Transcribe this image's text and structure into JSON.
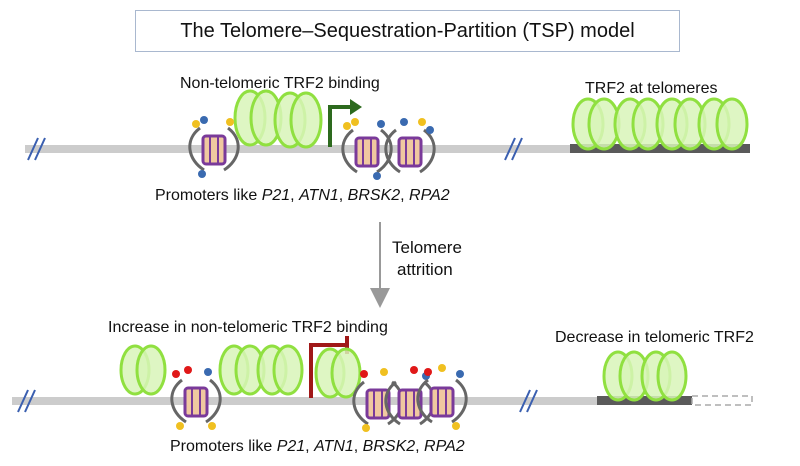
{
  "title": "The Telomere–Sequestration-Partition (TSP) model",
  "top": {
    "binding_label": "Non-telomeric TRF2 binding",
    "telomere_label": "TRF2 at telomeres",
    "promoters_prefix": "Promoters like ",
    "genes": [
      "P21",
      "ATN1",
      "BRSK2",
      "RPA2"
    ]
  },
  "arrow_label_line1": "Telomere",
  "arrow_label_line2": "attrition",
  "bottom": {
    "binding_label": "Increase in non-telomeric TRF2 binding",
    "telomere_label": "Decrease in telomeric TRF2",
    "promoters_prefix": "Promoters like ",
    "genes": [
      "P21",
      "ATN1",
      "BRSK2",
      "RPA2"
    ]
  },
  "colors": {
    "trf2_green": "#90e040",
    "trf2_fill": "#d8f5b8",
    "dna_gray": "#cccccc",
    "telomere_dark": "#5a5a5a",
    "activation_green": "#2d6a1e",
    "repression_red": "#a01818",
    "histone_purple": "#7a3a9a",
    "histone_orange": "#f0c8a0",
    "break_blue": "#3a5fb0"
  }
}
